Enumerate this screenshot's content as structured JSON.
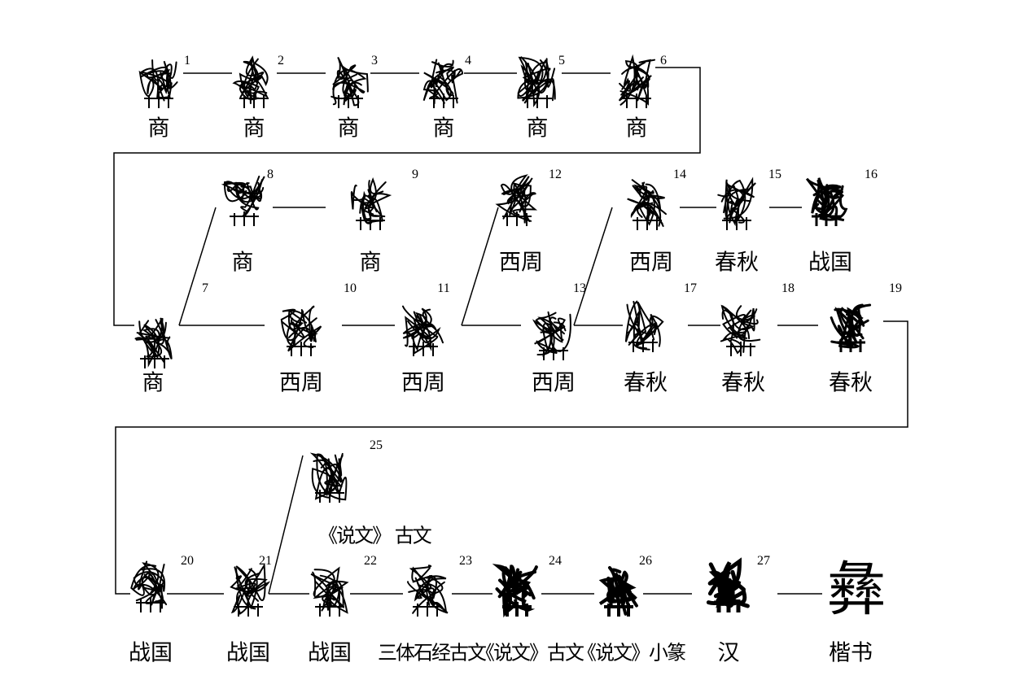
{
  "nodes": [
    {
      "id": "1",
      "label": "商"
    },
    {
      "id": "2",
      "label": "商"
    },
    {
      "id": "3",
      "label": "商"
    },
    {
      "id": "4",
      "label": "商"
    },
    {
      "id": "5",
      "label": "商"
    },
    {
      "id": "6",
      "label": "商"
    },
    {
      "id": "7",
      "label": "商"
    },
    {
      "id": "8",
      "label": "商"
    },
    {
      "id": "9",
      "label": "商"
    },
    {
      "id": "10",
      "label": "西周"
    },
    {
      "id": "11",
      "label": "西周"
    },
    {
      "id": "12",
      "label": "西周"
    },
    {
      "id": "13",
      "label": "西周"
    },
    {
      "id": "14",
      "label": "西周"
    },
    {
      "id": "15",
      "label": "春秋"
    },
    {
      "id": "16",
      "label": "战国"
    },
    {
      "id": "17",
      "label": "春秋"
    },
    {
      "id": "18",
      "label": "春秋"
    },
    {
      "id": "19",
      "label": "春秋"
    },
    {
      "id": "20",
      "label": "战国"
    },
    {
      "id": "21",
      "label": "战国"
    },
    {
      "id": "22",
      "label": "战国"
    },
    {
      "id": "23",
      "label": "三体石经古文"
    },
    {
      "id": "24",
      "label": "《说文》古文"
    },
    {
      "id": "25",
      "label": "《说文》 古文"
    },
    {
      "id": "26",
      "label": "《说文》小篆"
    },
    {
      "id": "27",
      "label": "汉"
    }
  ],
  "final": {
    "glyph": "彝",
    "label": "楷书"
  }
}
